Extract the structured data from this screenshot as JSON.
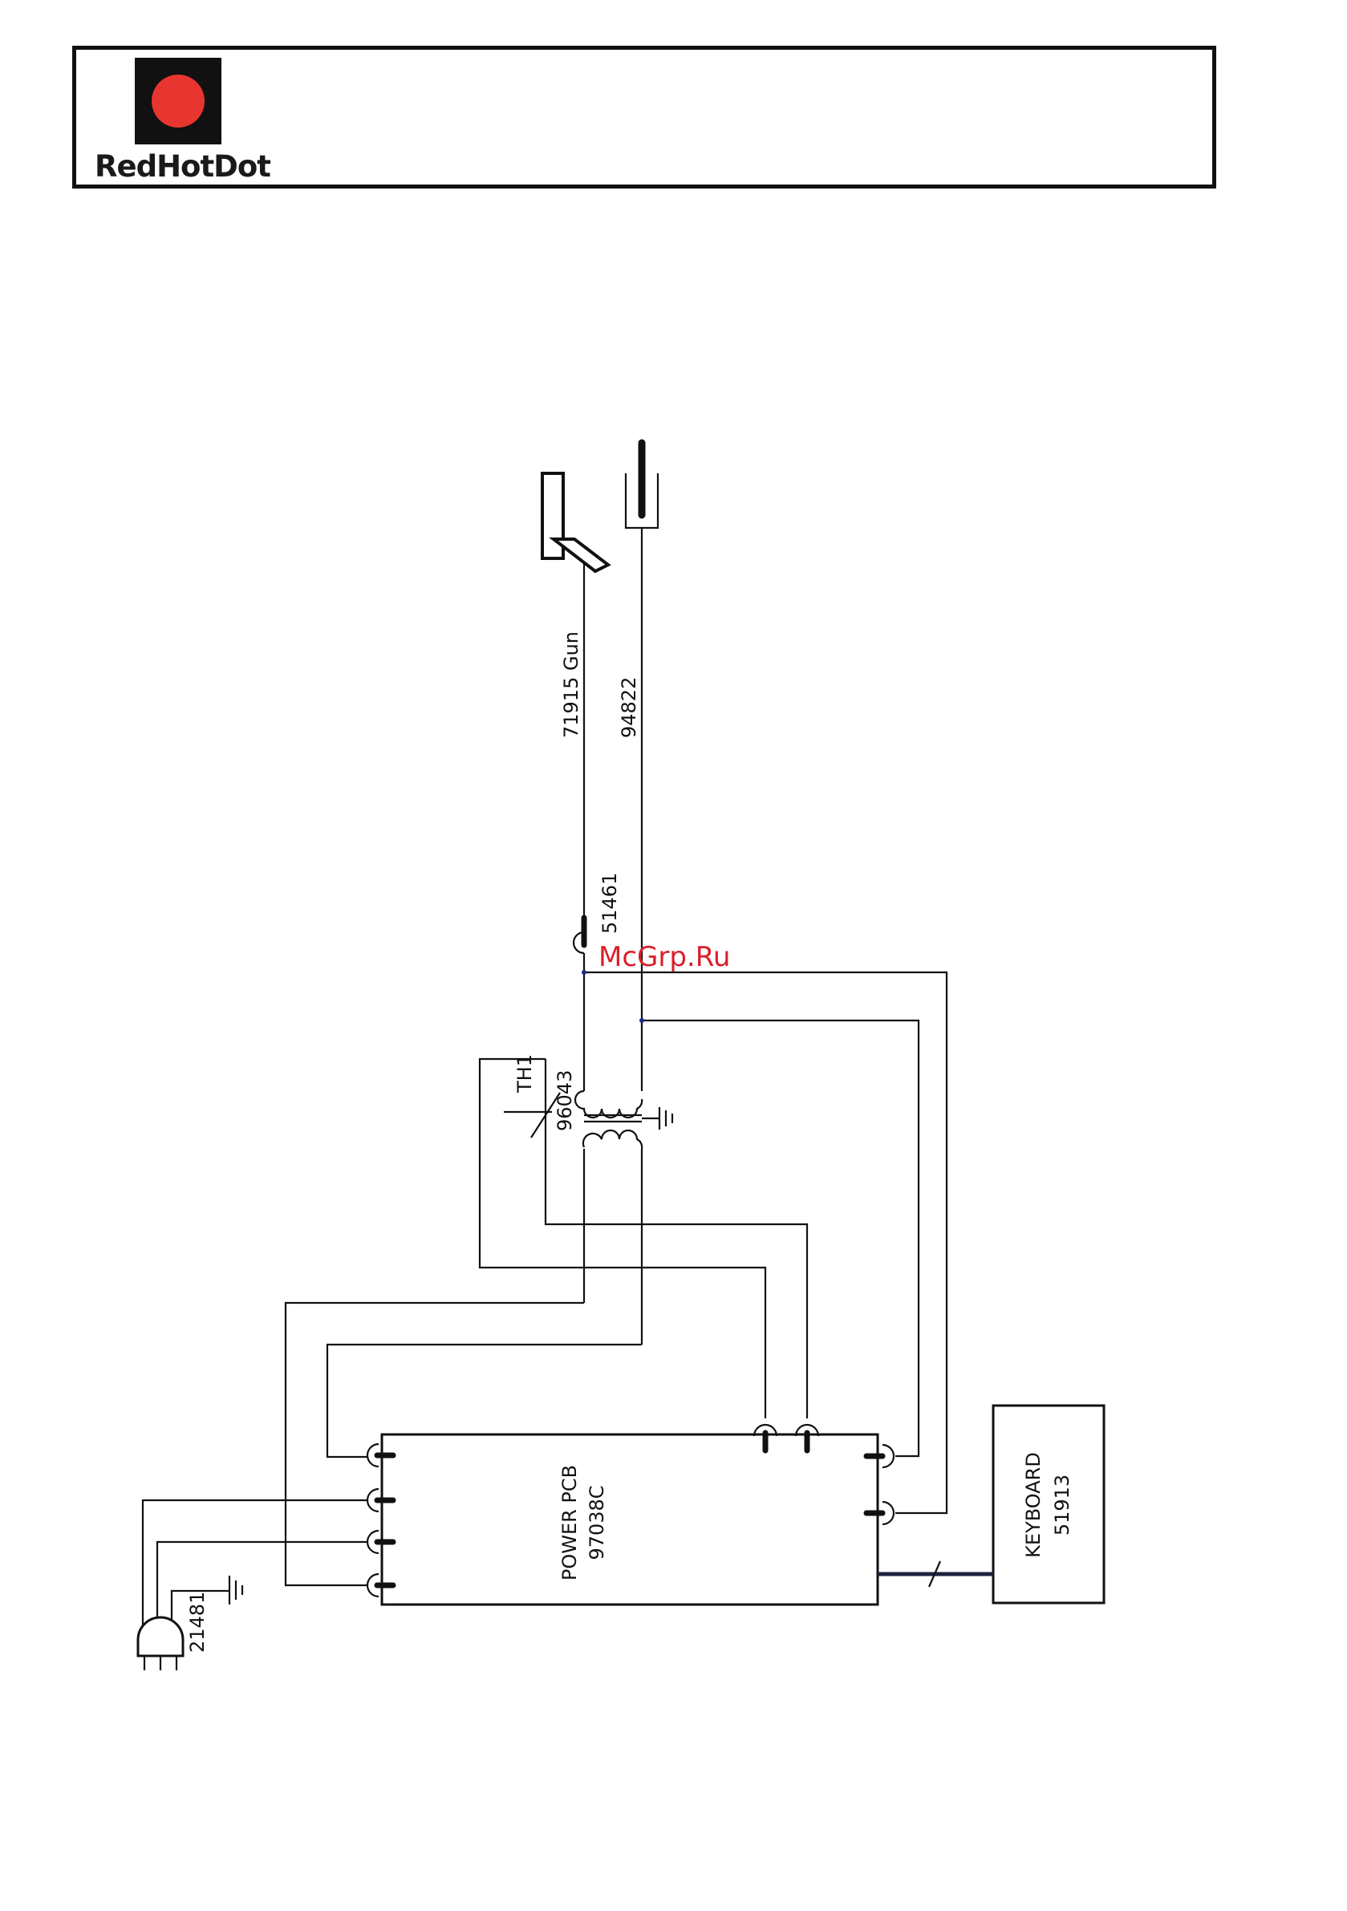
{
  "brand": {
    "name": "RedHotDot",
    "dot_color": "#e8352f"
  },
  "watermark": "McGrp.Ru",
  "labels": {
    "gun": "71915  Gun",
    "cable_94822": "94822",
    "connector_51461": "51461",
    "transformer": "96043",
    "thermistor": "TH1",
    "plug": "21481",
    "power_pcb_line1": "POWER  PCB",
    "power_pcb_line2": "97038C",
    "keyboard_line1": "KEYBOARD",
    "keyboard_line2": "51913"
  },
  "icons": [
    "welding-gun-icon",
    "electrode-holder-icon",
    "mains-plug-icon",
    "ground-icon"
  ]
}
